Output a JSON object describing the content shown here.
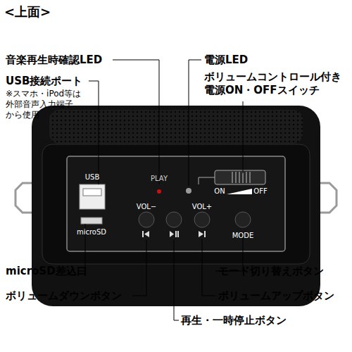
{
  "diagram": {
    "title": "<上面>",
    "labels": [
      "音楽再生時確認LED",
      "電源LED",
      "USB接続ポート",
      "※スマホ・iPod等は 外部音声入力端子 から使用",
      "ボリュームコントロール付き 電源ON・OFFスイッチ",
      "microSD差込口",
      "モード切り替えボタン",
      "ボリュームダウンボタン",
      "ボリュームアップボタン",
      "再生・一時停止ボタン",
      "USB",
      "PLAY",
      "microSD",
      "VOL−",
      "VOL+",
      "MODE",
      "ON",
      "OFF"
    ]
  }
}
